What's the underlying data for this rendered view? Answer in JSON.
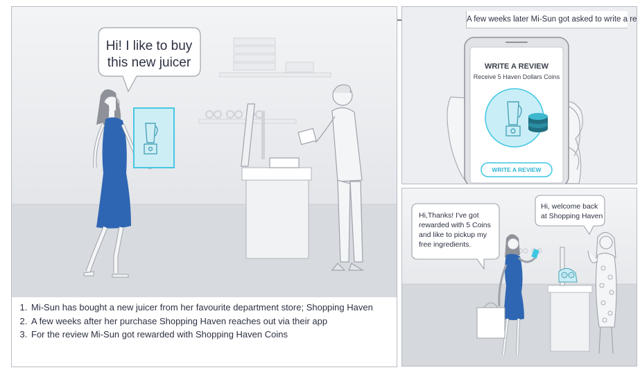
{
  "panel1": {
    "speech": [
      "Hi! I like to buy",
      "this new juicer"
    ],
    "story": [
      "Mi-Sun has bought a new juicer from her favourite department store; Shopping Haven",
      "A few weeks after her purchase Shopping Haven reaches out via their app",
      "For the review Mi-Sun got rewarded with Shopping Haven Coins"
    ]
  },
  "panel2": {
    "caption": "A few weeks later Mi-Sun got asked to write a review",
    "phone": {
      "title": "WRITE A REVIEW",
      "subtitle": "Receive 5 Haven Dollars Coins",
      "button_label": "WRITE A REVIEW"
    }
  },
  "panel3": {
    "customer_speech": [
      "Hi,Thanks! I've got",
      "rewarded with 5 Coins",
      "and like to pickup my",
      "free ingredients."
    ],
    "clerk_speech": [
      "Hi, welcome back",
      "at Shopping Haven"
    ]
  },
  "colors": {
    "dress": "#2f66b3",
    "accent": "#3fc6e2",
    "coins": "#1f6f80",
    "panel_bg": "#eceef1",
    "border": "#b7bcc4"
  }
}
